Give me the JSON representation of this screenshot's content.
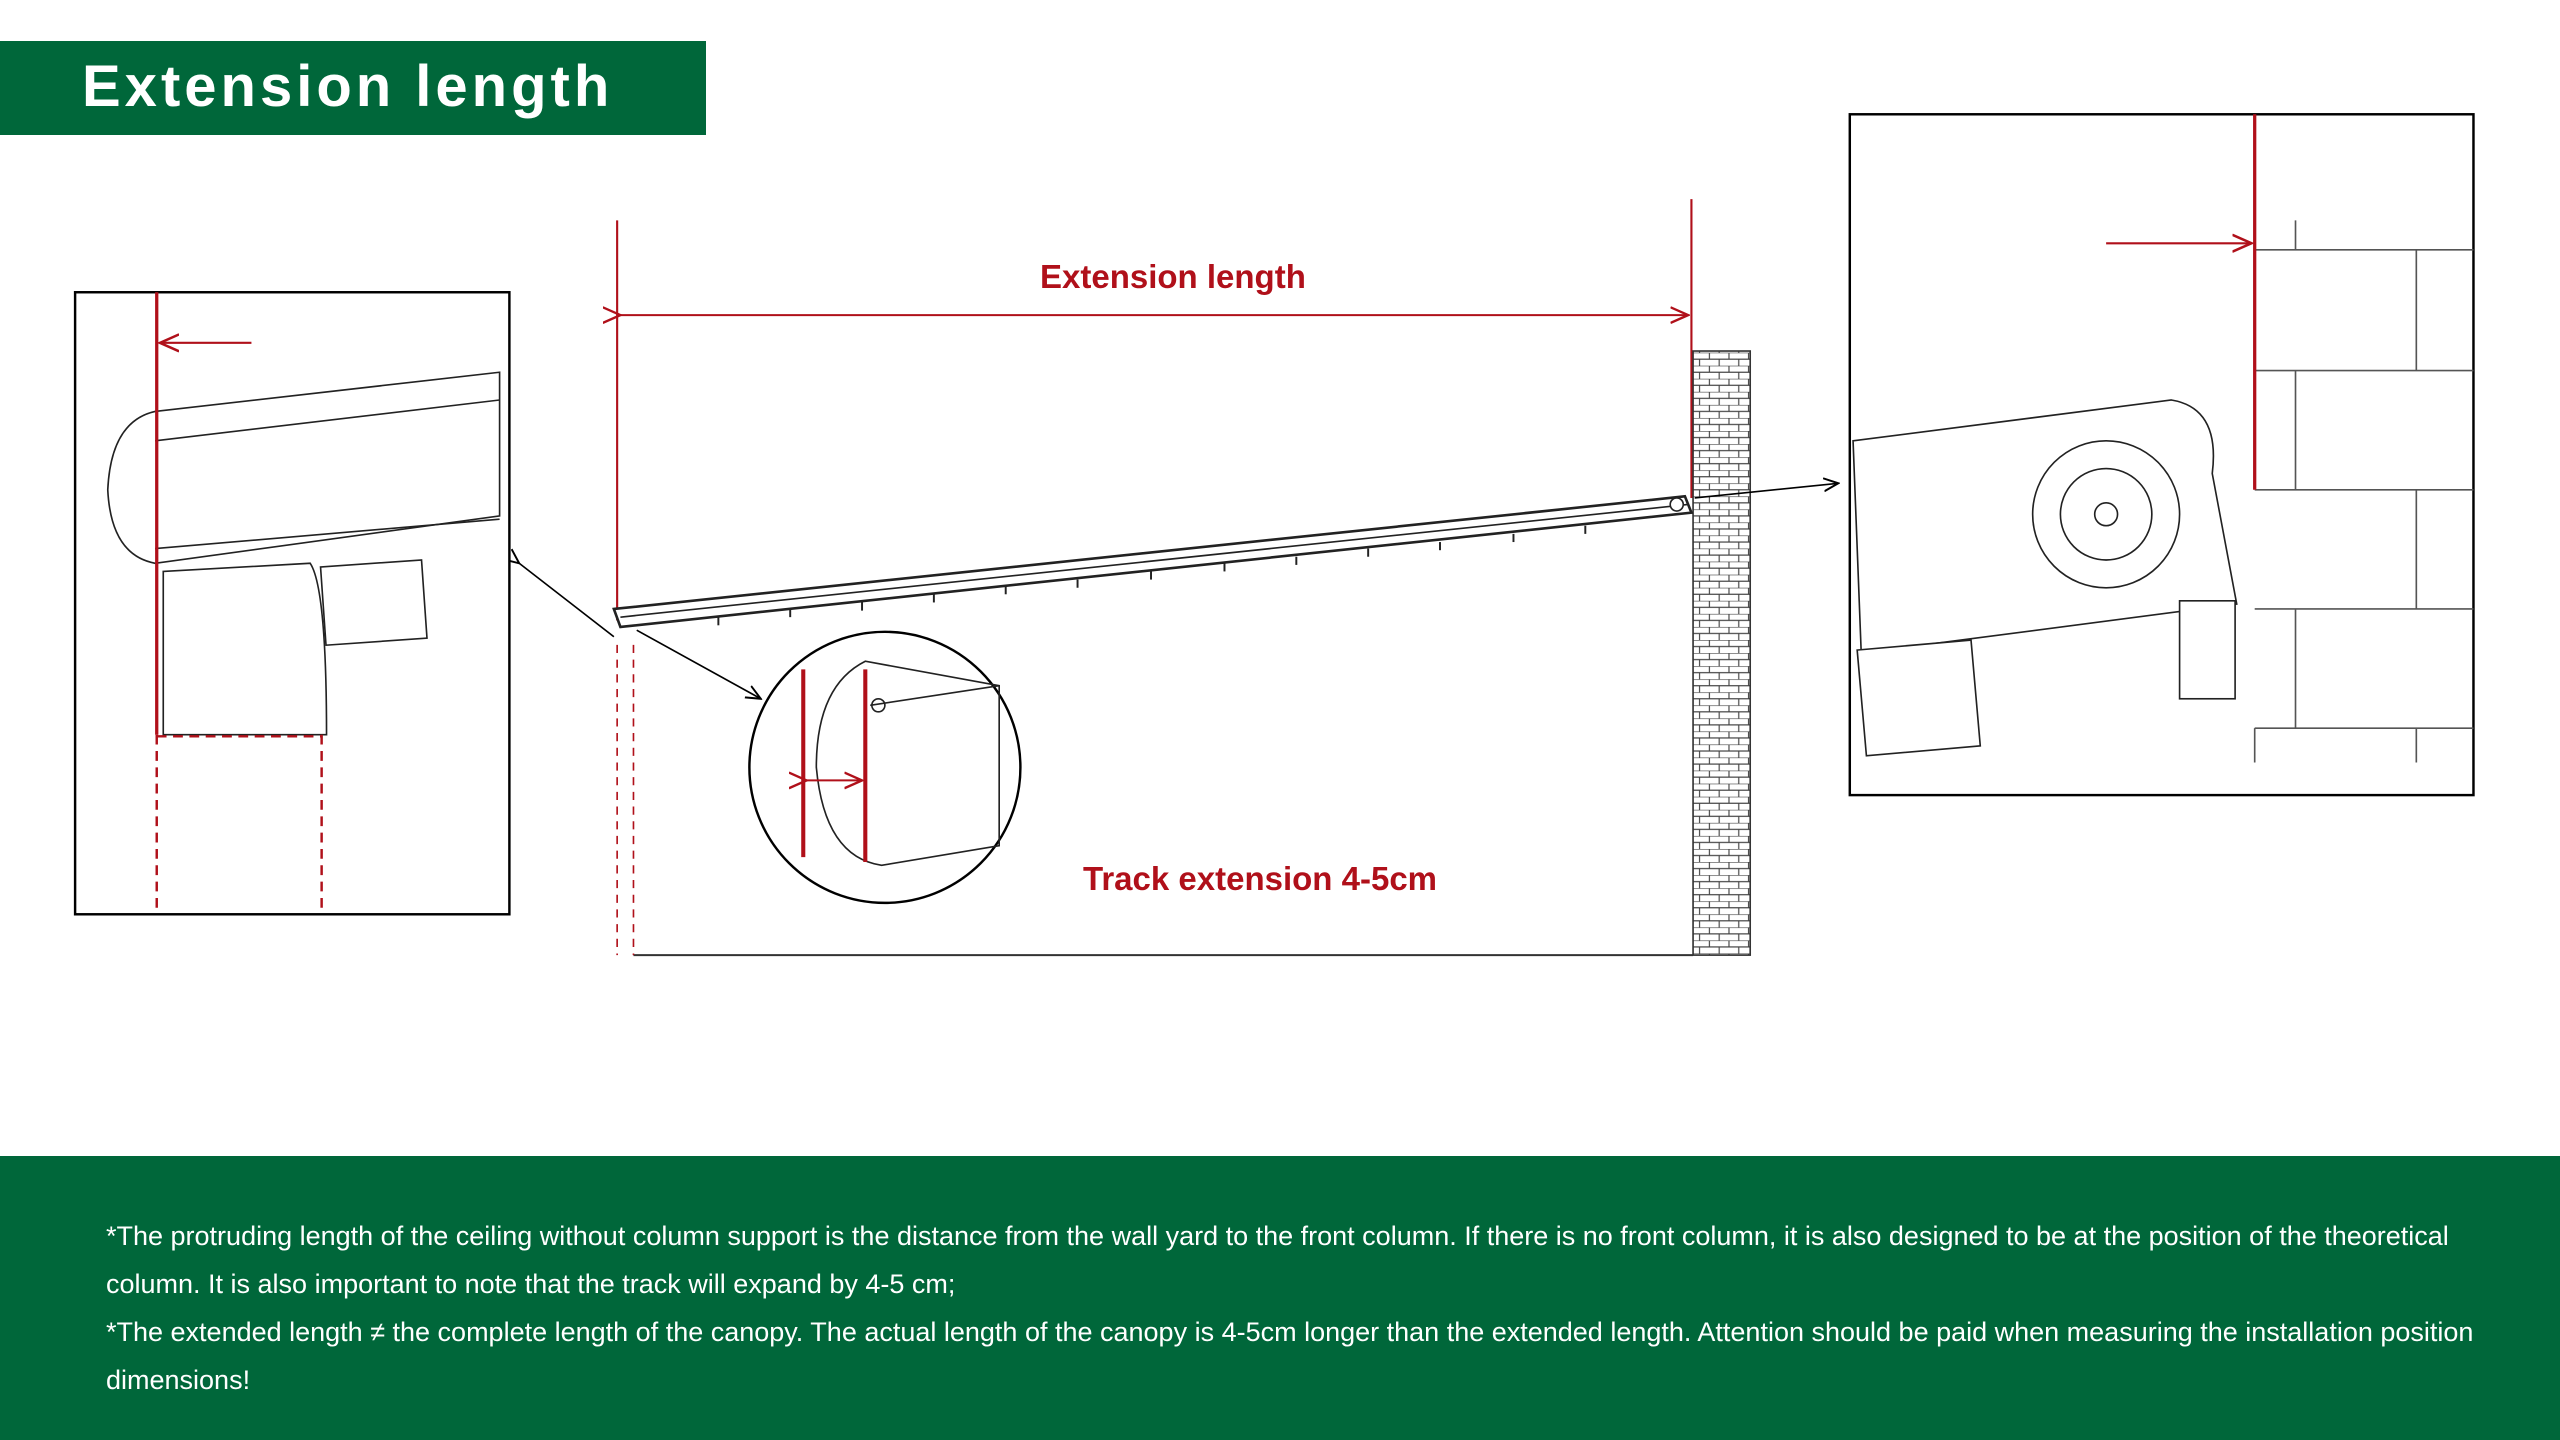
{
  "header": {
    "title": "Extension length"
  },
  "diagram": {
    "dimension_label": "Extension length",
    "track_label": "Track extension 4-5cm"
  },
  "footer": {
    "note1": "*The protruding length of the ceiling without column support is the distance from the wall yard to the front column. If there is no front column, it is also designed to be at the position of the theoretical column. It is also important to note that the track will expand by 4-5 cm;",
    "note2": "*The extended length ≠ the complete length of the canopy. The actual length of the canopy is 4-5cm longer than the extended length. Attention should be paid when measuring the installation position dimensions!"
  },
  "colors": {
    "brand_green": "#00673a",
    "dimension_red": "#b0101a"
  }
}
